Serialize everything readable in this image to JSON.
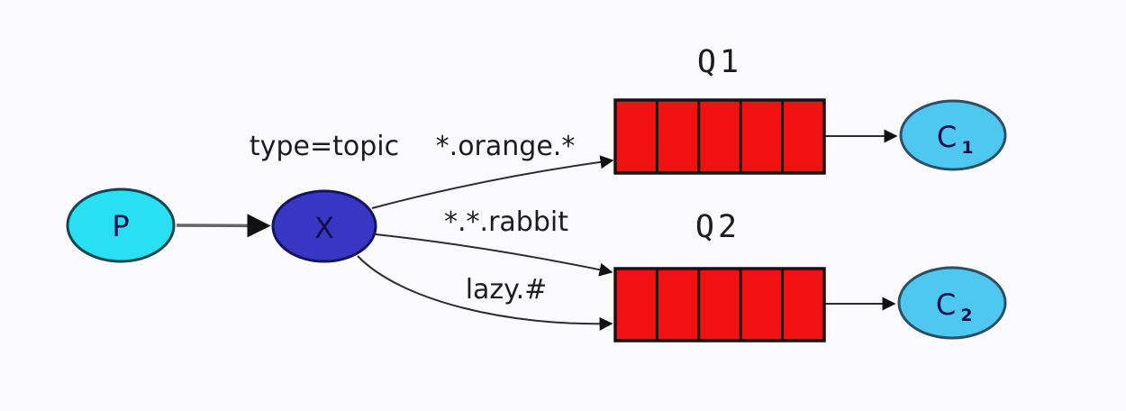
{
  "diagram": {
    "kind": "rabbitmq-topic-exchange",
    "nodes": {
      "producer": {
        "label": "P"
      },
      "exchange": {
        "label": "X",
        "type_label": "type=topic"
      },
      "consumer1": {
        "label": "C",
        "sub": "1"
      },
      "consumer2": {
        "label": "C",
        "sub": "2"
      }
    },
    "queues": [
      {
        "name": "Q1",
        "cells": 5
      },
      {
        "name": "Q2",
        "cells": 5
      }
    ],
    "bindings": [
      {
        "routing_key": "*.orange.*"
      },
      {
        "routing_key": "*.*.rabbit"
      },
      {
        "routing_key": "lazy.#"
      }
    ],
    "colors": {
      "background": "#fbfafc",
      "producer_fill": "#29dff2",
      "producer_stroke": "#0e4650",
      "exchange_fill": "#3a36c4",
      "exchange_stroke": "#15155e",
      "consumer_fill": "#4fc8f0",
      "consumer_stroke": "#2e4e66",
      "queue_fill": "#f21111",
      "queue_stroke": "#141414",
      "arrow": "#111111"
    }
  }
}
